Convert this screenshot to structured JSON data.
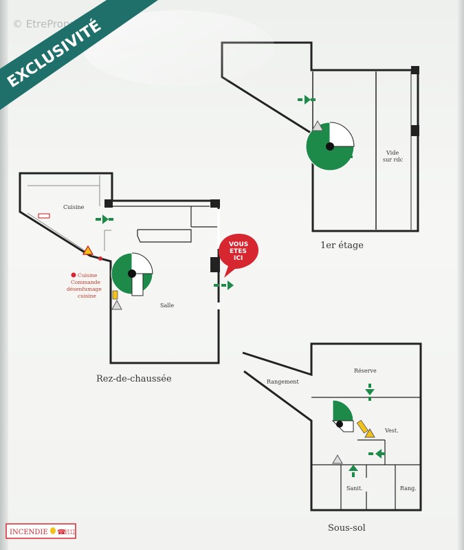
{
  "watermark": "© EtreProprio.com",
  "ribbon": {
    "text": "EXCLUSIVITÉ",
    "color": "#1f6f6a"
  },
  "floors": {
    "first": {
      "caption": "1er étage",
      "room_vide_line1": "Vide",
      "room_vide_line2": "sur rdc"
    },
    "ground": {
      "caption": "Rez-de-chaussée",
      "room_cuisine": "Cuisine",
      "room_salle": "Salle",
      "control_label_line1": "Cuisine",
      "control_label_line2": "Commande",
      "control_label_line3": "désenfumage",
      "control_label_line4": "cuisine"
    },
    "basement": {
      "caption": "Sous-sol",
      "room_rangement": "Rangement",
      "room_reserve": "Réserve",
      "room_vest": "Vest.",
      "room_sanit": "Sanit.",
      "room_rang": "Rang."
    }
  },
  "you_are_here": {
    "line1": "VOUS",
    "line2": "ETES",
    "line3": "ICI",
    "color": "#d6262f"
  },
  "fire_badge": {
    "label": "INCENDIE",
    "numbers": "18/112",
    "color": "#d6262f"
  },
  "colors": {
    "stairs": "#1e8a4a",
    "exit_arrow": "#1e8a4a",
    "walls": "#222222",
    "warning": "#f2c21b"
  }
}
